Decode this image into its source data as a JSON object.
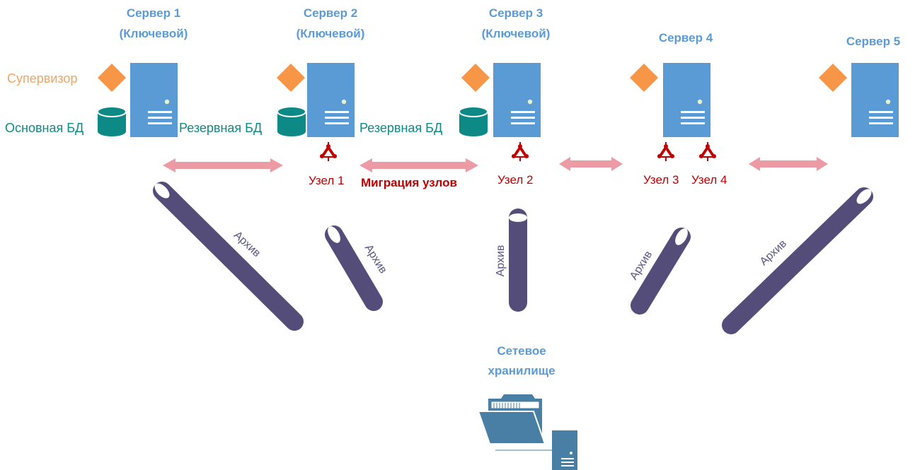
{
  "servers": [
    {
      "title_line1": "Сервер 1",
      "title_line2": "(Ключевой)"
    },
    {
      "title_line1": "Сервер 2",
      "title_line2": "(Ключевой)"
    },
    {
      "title_line1": "Сервер 3",
      "title_line2": "(Ключевой)"
    },
    {
      "title_line1": "Сервер 4",
      "title_line2": ""
    },
    {
      "title_line1": "Сервер 5",
      "title_line2": ""
    }
  ],
  "labels": {
    "supervisor": "Супервизор",
    "main_db": "Основная БД",
    "backup_db_1": "Резервная БД",
    "backup_db_2": "Резервная БД",
    "node1": "Узел 1",
    "node2": "Узел 2",
    "node3": "Узел 3",
    "node4": "Узел 4",
    "migration": "Миграция узлов",
    "archive": "Архив",
    "storage_line1": "Сетевое",
    "storage_line2": "хранилище"
  },
  "colors": {
    "server": "#5b9bd5",
    "supervisor": "#f79646",
    "database": "#0e8a86",
    "node": "#c00000",
    "arrow": "#ec9ba4",
    "archive_pipe": "#544d79",
    "storage_folder": "#4a7fa5"
  }
}
